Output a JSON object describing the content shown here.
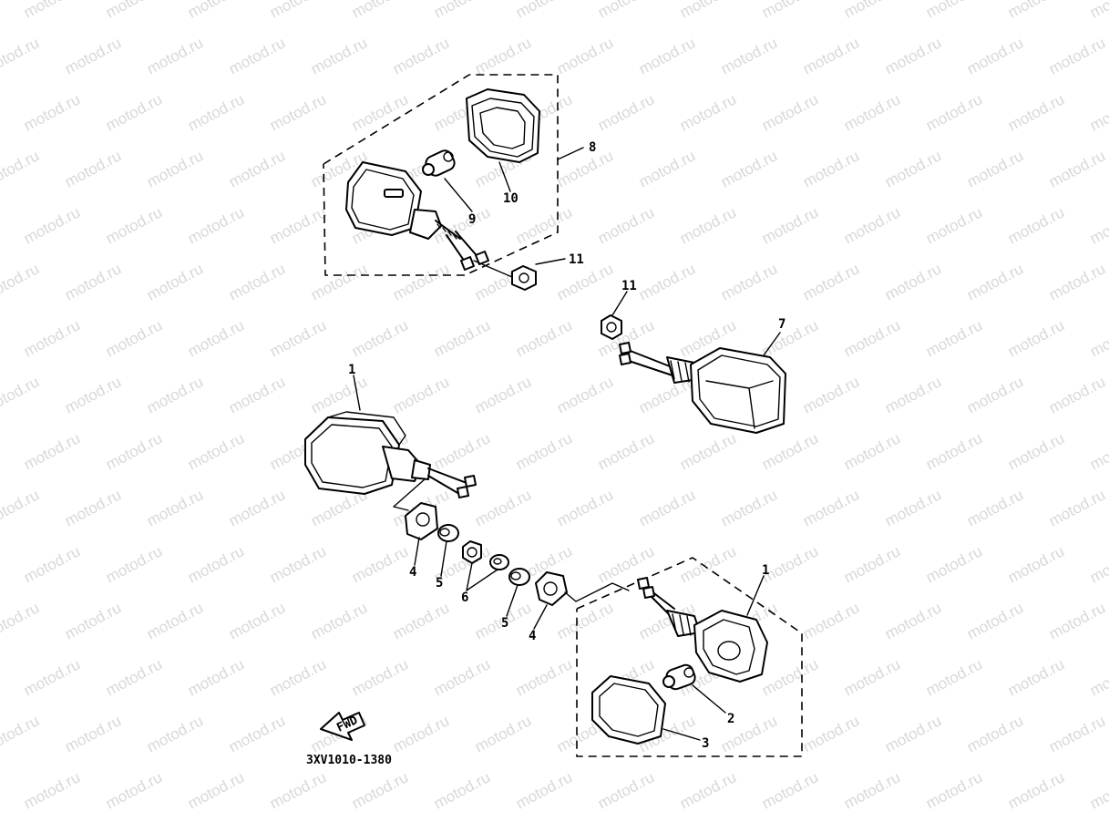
{
  "watermark": "motod.ru",
  "drawing_code": "3XV1010-1380",
  "fwd_label": "FWD",
  "callouts": {
    "c1a": "1",
    "c1b": "1",
    "c2": "2",
    "c3": "3",
    "c4a": "4",
    "c4b": "4",
    "c5a": "5",
    "c5b": "5",
    "c6": "6",
    "c7": "7",
    "c8": "8",
    "c9": "9",
    "c10": "10",
    "c11a": "11",
    "c11b": "11"
  }
}
